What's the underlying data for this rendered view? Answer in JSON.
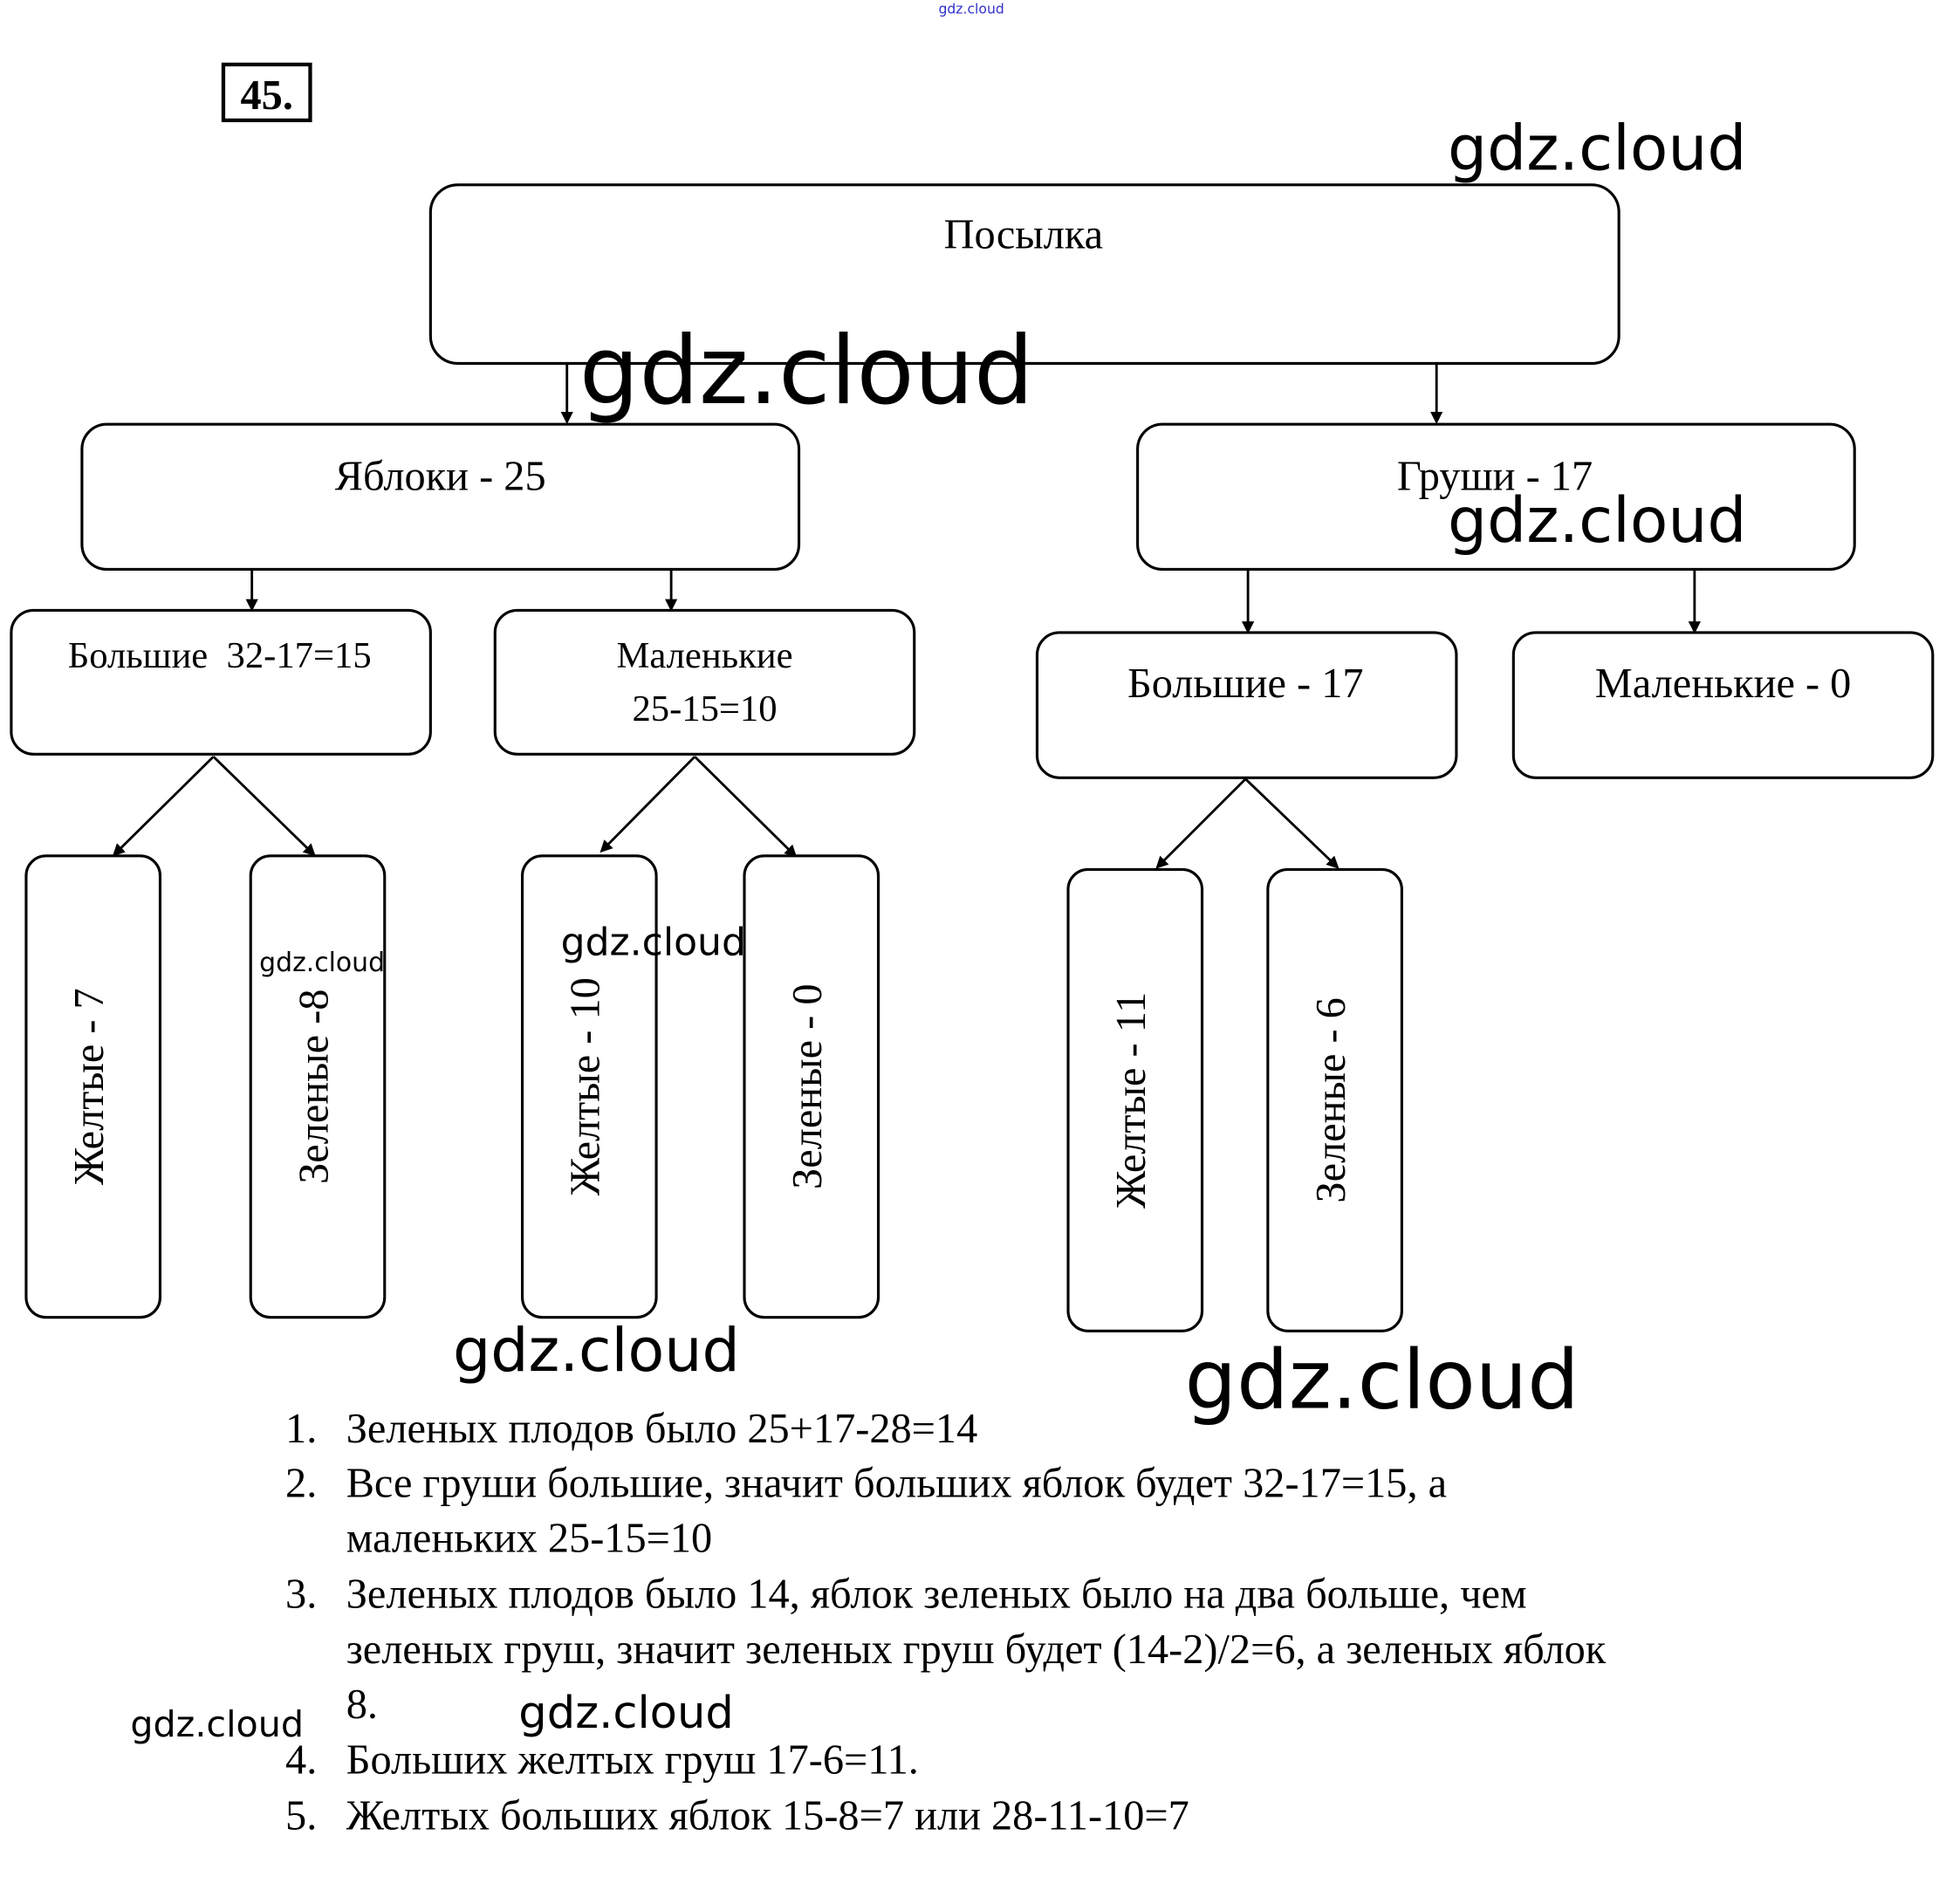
{
  "header": {
    "top_watermark": "gdz.cloud",
    "task_number": "45."
  },
  "tree": {
    "root": "Посылка",
    "apples": "Яблоки - 25",
    "pears": "Груши - 17",
    "big_apples": "Большие  32-17=15",
    "small_apples_line1": "Маленькие",
    "small_apples_line2": "25-15=10",
    "big_pears": "Большие - 17",
    "small_pears": "Маленькие - 0",
    "leaves": [
      "Желтые - 7",
      "Зеленые -8",
      "Желтые - 10",
      "Зеленые - 0",
      "Желтые - 11",
      "Зеленые - 6"
    ]
  },
  "solution": [
    {
      "num": "1.",
      "lines": [
        "Зеленых плодов было 25+17-28=14"
      ]
    },
    {
      "num": "2.",
      "lines": [
        "Все груши большие, значит больших яблок будет 32-17=15, а",
        "маленьких 25-15=10"
      ]
    },
    {
      "num": "3.",
      "lines": [
        "Зеленых плодов было 14, яблок зеленых было на два больше, чем",
        "зеленых груш, значит зеленых груш будет (14-2)/2=6, а зеленых яблок",
        "8."
      ]
    },
    {
      "num": "4.",
      "lines": [
        "Больших желтых груш 17-6=11."
      ]
    },
    {
      "num": "5.",
      "lines": [
        "Желтых больших яблок 15-8=7 или 28-11-10=7"
      ]
    }
  ],
  "watermark": "gdz.cloud",
  "colors": {
    "top_watermark": "#3333cc",
    "text": "#000000"
  }
}
